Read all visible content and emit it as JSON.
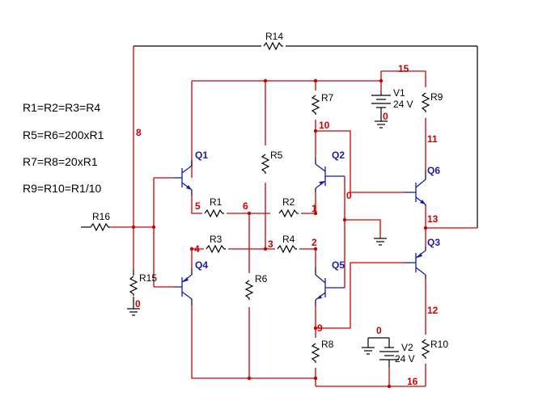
{
  "equations": [
    "R1=R2=R3=R4",
    "R5=R6=200xR1",
    "R7=R8=20xR1",
    "R9=R10=R1/10"
  ],
  "resistors": {
    "R1": "R1",
    "R2": "R2",
    "R3": "R3",
    "R4": "R4",
    "R5": "R5",
    "R6": "R6",
    "R7": "R7",
    "R8": "R8",
    "R9": "R9",
    "R10": "R10",
    "R14": "R14",
    "R15": "R15",
    "R16": "R16"
  },
  "transistors": {
    "Q1": "Q1",
    "Q2": "Q2",
    "Q3": "Q3",
    "Q4": "Q4",
    "Q5": "Q5",
    "Q6": "Q6"
  },
  "sources": {
    "V1": {
      "name": "V1",
      "value": "24 V"
    },
    "V2": {
      "name": "V2",
      "value": "24 V"
    }
  },
  "nodes": {
    "n15": "15",
    "n8": "8",
    "n10": "10",
    "n0a": "0",
    "n0b": "0",
    "n0c": "0",
    "n0d": "0",
    "n11": "11",
    "n5": "5",
    "n6": "6",
    "n1": "1",
    "n13": "13",
    "n4": "4",
    "n3": "3",
    "n2": "2",
    "n12": "12",
    "n9": "9",
    "n16": "16"
  },
  "colors": {
    "wire": "#cc0000",
    "component": "#000000",
    "transistor": "#1a1aa8"
  }
}
